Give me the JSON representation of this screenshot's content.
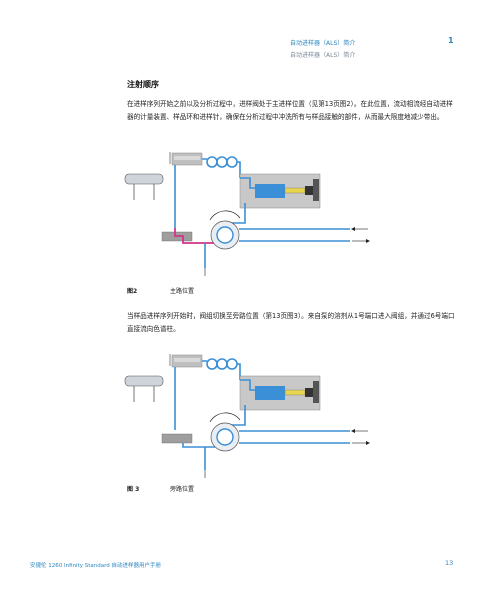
{
  "header": {
    "title": "自动进样器（ALS）简介",
    "subtitle": "自动进样器（ALS）简介",
    "chapter": "1"
  },
  "section": {
    "title": "注射顺序"
  },
  "paragraphs": [
    "在进样序列开始之前以及分析过程中，进样阀处于主进样位置（见第13页图2）。在此位置，流动相流经自动进样器的计量装置、样品环和进样针，确保在分析过程中冲洗所有与样品接触的部件，从而最大限度地减少带出。",
    "当样品进样序列开始时，阀组切换至旁路位置（第13页图3）。来自泵的溶剂从1号端口进入阀组，并通过6号端口直接流向色谱柱。"
  ],
  "figures": [
    {
      "number": "图2",
      "caption": "主路位置"
    },
    {
      "number": "图 3",
      "caption": "旁路位置"
    }
  ],
  "footer": {
    "manual": "安捷伦 1260 Infinity Standard 自动进样器用户手册",
    "page": "13"
  },
  "colors": {
    "accent": "#2e86c1",
    "flow_blue": "#3a8fd6",
    "flow_magenta": "#d6338a",
    "yellow_rod": "#e8d44d"
  }
}
